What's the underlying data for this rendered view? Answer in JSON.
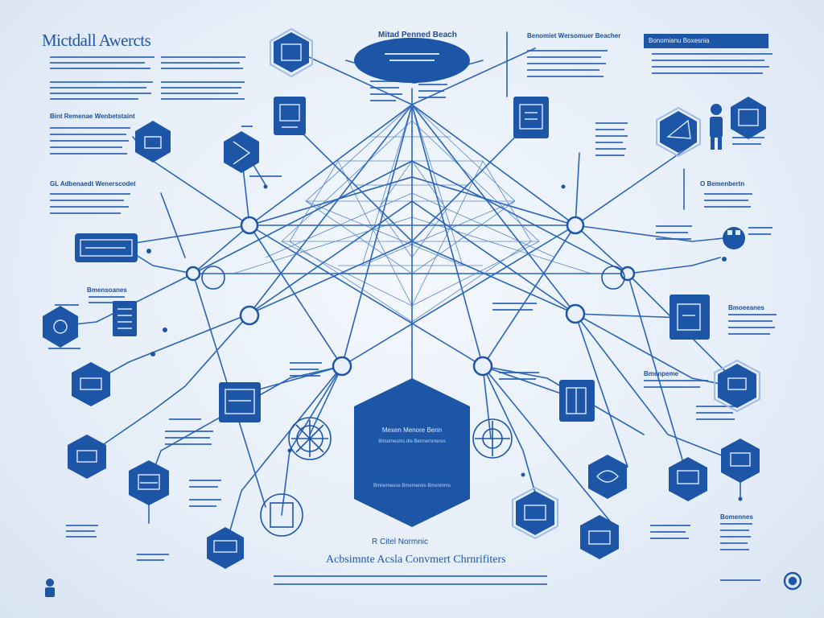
{
  "title": "Mictdall Awercts",
  "top_label": "Mitad Penned Beach",
  "right_header_bar": "Bonomianu Boxesnia",
  "right_header_label": "Benomiet Wersomuer Beacher",
  "section_heads": [
    "Bint Remenae Wenbetstaint",
    "GL Adbenaedt Wenerscodet",
    "Bmensoanes",
    "O Bemenbertn",
    "Bmoeeanes",
    "Bmenpeme",
    "Bomennes"
  ],
  "center_box": {
    "title": "Mexen Menore Benn",
    "subtitle": "Bimomesms dle Bennemmeres",
    "footer": "Bmnemeuse Bmemenes Bmenmms"
  },
  "bottom_small": "R Citel Normnic",
  "bottom_title": "Acbsimnte Acsla Convmert Chrnrifiters",
  "colors": {
    "primary": "#1d56a6",
    "line": "#2a64b4",
    "background": "#e9f0f9"
  }
}
